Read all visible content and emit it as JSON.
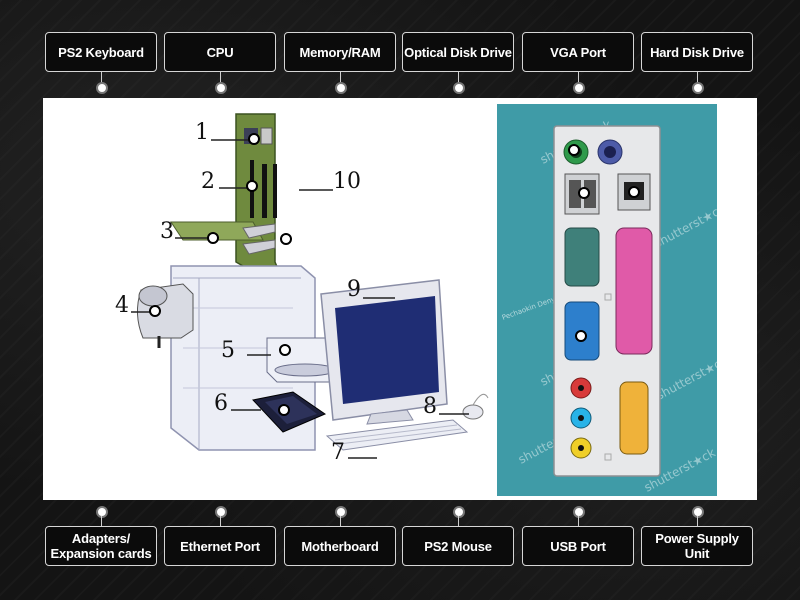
{
  "top_labels": [
    "PS2 Keyboard",
    "CPU",
    "Memory/RAM",
    "Optical Disk Drive",
    "VGA Port",
    "Hard Disk Drive"
  ],
  "bottom_labels": [
    "Adapters/\nExpansion cards",
    "Ethernet Port",
    "Motherboard",
    "PS2 Mouse",
    "USB Port",
    "Power Supply Unit"
  ],
  "diagram": {
    "numbers": [
      "1",
      "2",
      "3",
      "4",
      "5",
      "6",
      "7",
      "8",
      "9",
      "10"
    ],
    "watermark": "shutterst★ck",
    "credit": "Pechaokin Denys"
  }
}
